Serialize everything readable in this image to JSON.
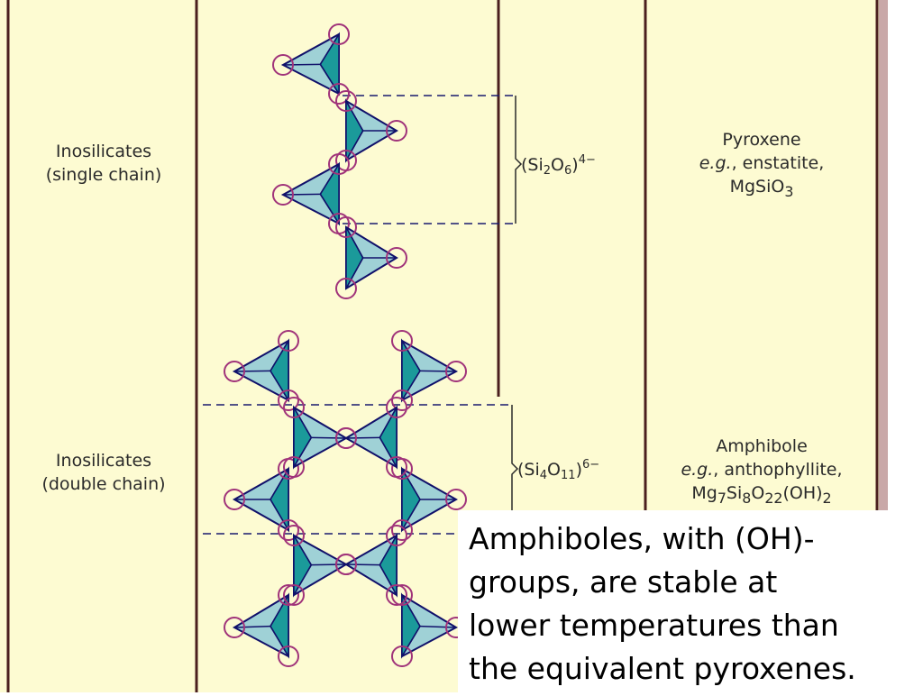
{
  "rows": [
    {
      "class_line1": "Inosilicates",
      "class_line2": "(single chain)",
      "unit_base": "(Si",
      "unit_sub1": "2",
      "unit_mid": "O",
      "unit_sub2": "6",
      "unit_end": ")",
      "unit_charge": "4−",
      "mineral": "Pyroxene",
      "eg": "e.g.",
      "example": ", enstatite,",
      "formula_html": "MgSiO<sub>3</sub>"
    },
    {
      "class_line1": "Inosilicates",
      "class_line2": "(double chain)",
      "unit_base": "(Si",
      "unit_sub1": "4",
      "unit_mid": "O",
      "unit_sub2": "11",
      "unit_end": ")",
      "unit_charge": "6−",
      "mineral": "Amphibole",
      "eg": "e.g.",
      "example": ", anthophyllite,",
      "formula_html": "Mg<sub>7</sub>Si<sub>8</sub>O<sub>22</sub>(OH)<sub>2</sub>"
    }
  ],
  "callout": "Amphiboles, with (OH)-\ngroups, are stable at\nlower temperatures than\nthe equivalent pyroxenes.",
  "colors": {
    "panel_bg": "#fdfbd2",
    "rule": "#4a1f1f",
    "tetra_fill": "#9fd1d6",
    "tetra_dark": "#1b9a9a",
    "tetra_edge": "#10106a",
    "oxygen_ring": "#a0337a",
    "callout_text": "#000000"
  }
}
